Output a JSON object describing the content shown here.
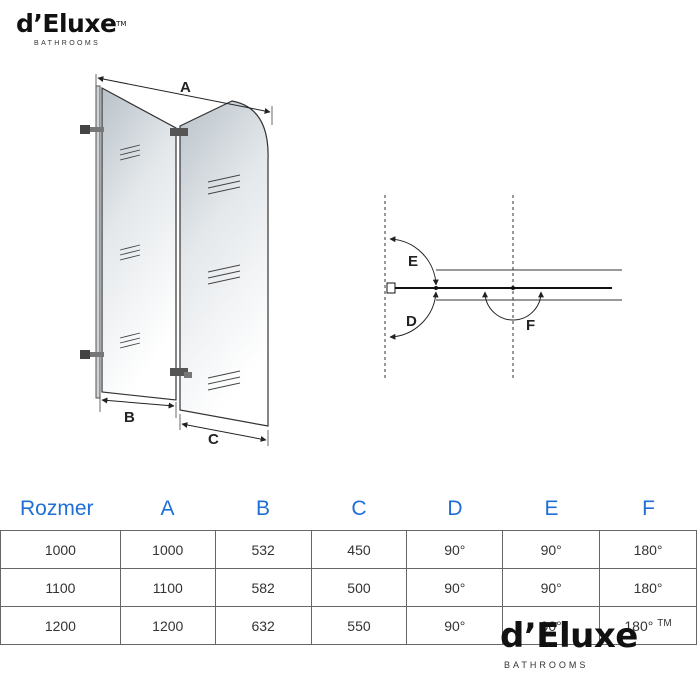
{
  "logo": {
    "brand": "d’Eluxe",
    "tm": "TM",
    "sub": "BATHROOMS"
  },
  "diagram": {
    "labels": {
      "a": "A",
      "b": "B",
      "c": "C",
      "d": "D",
      "e": "E",
      "f": "F"
    }
  },
  "table": {
    "headers": [
      "Rozmer",
      "A",
      "B",
      "C",
      "D",
      "E",
      "F"
    ],
    "rows": [
      [
        "1000",
        "1000",
        "532",
        "450",
        "90°",
        "90°",
        "180°"
      ],
      [
        "1100",
        "1100",
        "582",
        "500",
        "90°",
        "90°",
        "180°"
      ],
      [
        "1200",
        "1200",
        "632",
        "550",
        "90°",
        "90°",
        "180°"
      ]
    ],
    "tm": "TM"
  },
  "colors": {
    "header_blue": "#1f6fd6"
  }
}
